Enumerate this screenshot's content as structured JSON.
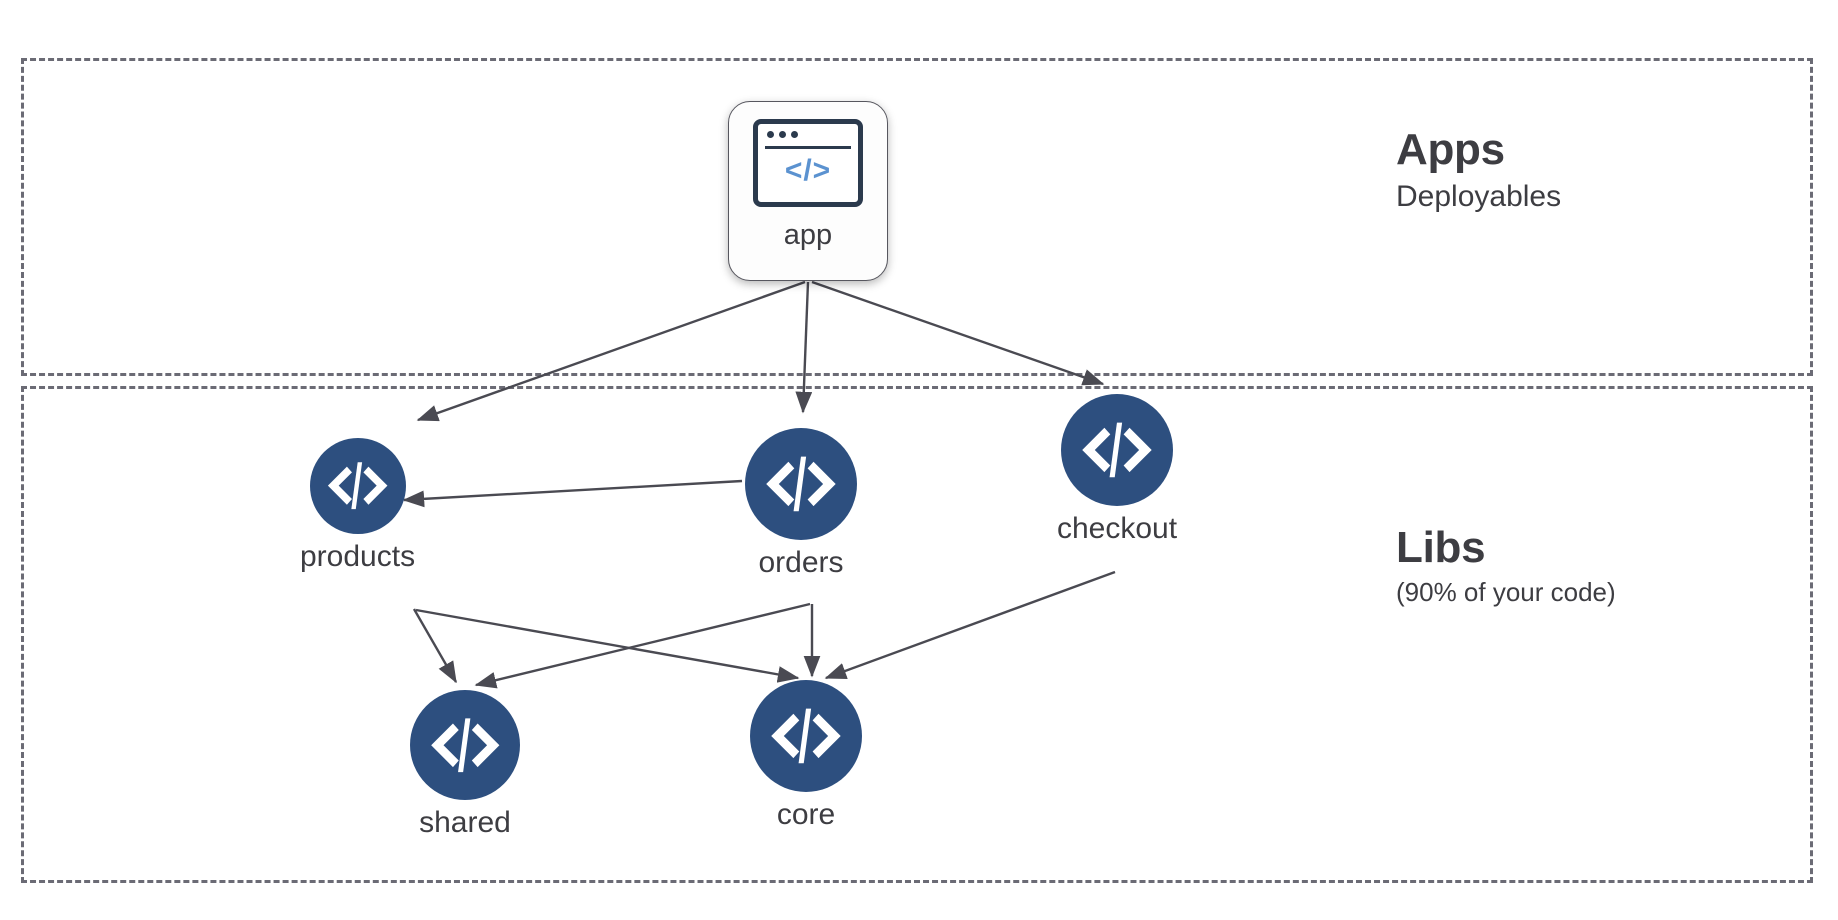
{
  "diagram": {
    "type": "dependency-graph",
    "background": "#ffffff",
    "lanes": [
      {
        "id": "apps",
        "title": "Apps",
        "subtitle": "Deployables",
        "border_style": "dashed",
        "border_color": "#6b6b75"
      },
      {
        "id": "libs",
        "title": "Libs",
        "subtitle": "(90% of your code)",
        "border_style": "dashed",
        "border_color": "#6b6b75"
      }
    ],
    "colors": {
      "lib_node_fill": "#2d4f7f",
      "lib_glyph": "#ffffff",
      "app_card_border": "#57575f",
      "app_card_fill": "#fdfdfd",
      "app_glyph_frame": "#2b3a4d",
      "app_glyph_code": "#5b92d0",
      "edge": "#4a4a52",
      "text": "#3d3d42",
      "lane_border": "#6b6b75"
    },
    "nodes": [
      {
        "id": "app",
        "label": "app",
        "lane": "apps",
        "shape": "rounded-card",
        "icon": "browser-code-icon"
      },
      {
        "id": "products",
        "label": "products",
        "lane": "libs",
        "shape": "circle",
        "icon": "code-brackets-icon"
      },
      {
        "id": "orders",
        "label": "orders",
        "lane": "libs",
        "shape": "circle",
        "icon": "code-brackets-icon"
      },
      {
        "id": "checkout",
        "label": "checkout",
        "lane": "libs",
        "shape": "circle",
        "icon": "code-brackets-icon"
      },
      {
        "id": "shared",
        "label": "shared",
        "lane": "libs",
        "shape": "circle",
        "icon": "code-brackets-icon"
      },
      {
        "id": "core",
        "label": "core",
        "lane": "libs",
        "shape": "circle",
        "icon": "code-brackets-icon"
      }
    ],
    "edges": [
      {
        "from": "app",
        "to": "products"
      },
      {
        "from": "app",
        "to": "orders"
      },
      {
        "from": "app",
        "to": "checkout"
      },
      {
        "from": "orders",
        "to": "products"
      },
      {
        "from": "products",
        "to": "shared"
      },
      {
        "from": "products",
        "to": "core"
      },
      {
        "from": "orders",
        "to": "shared"
      },
      {
        "from": "orders",
        "to": "core"
      },
      {
        "from": "checkout",
        "to": "core"
      }
    ],
    "app_icon_code_text": "</>"
  }
}
